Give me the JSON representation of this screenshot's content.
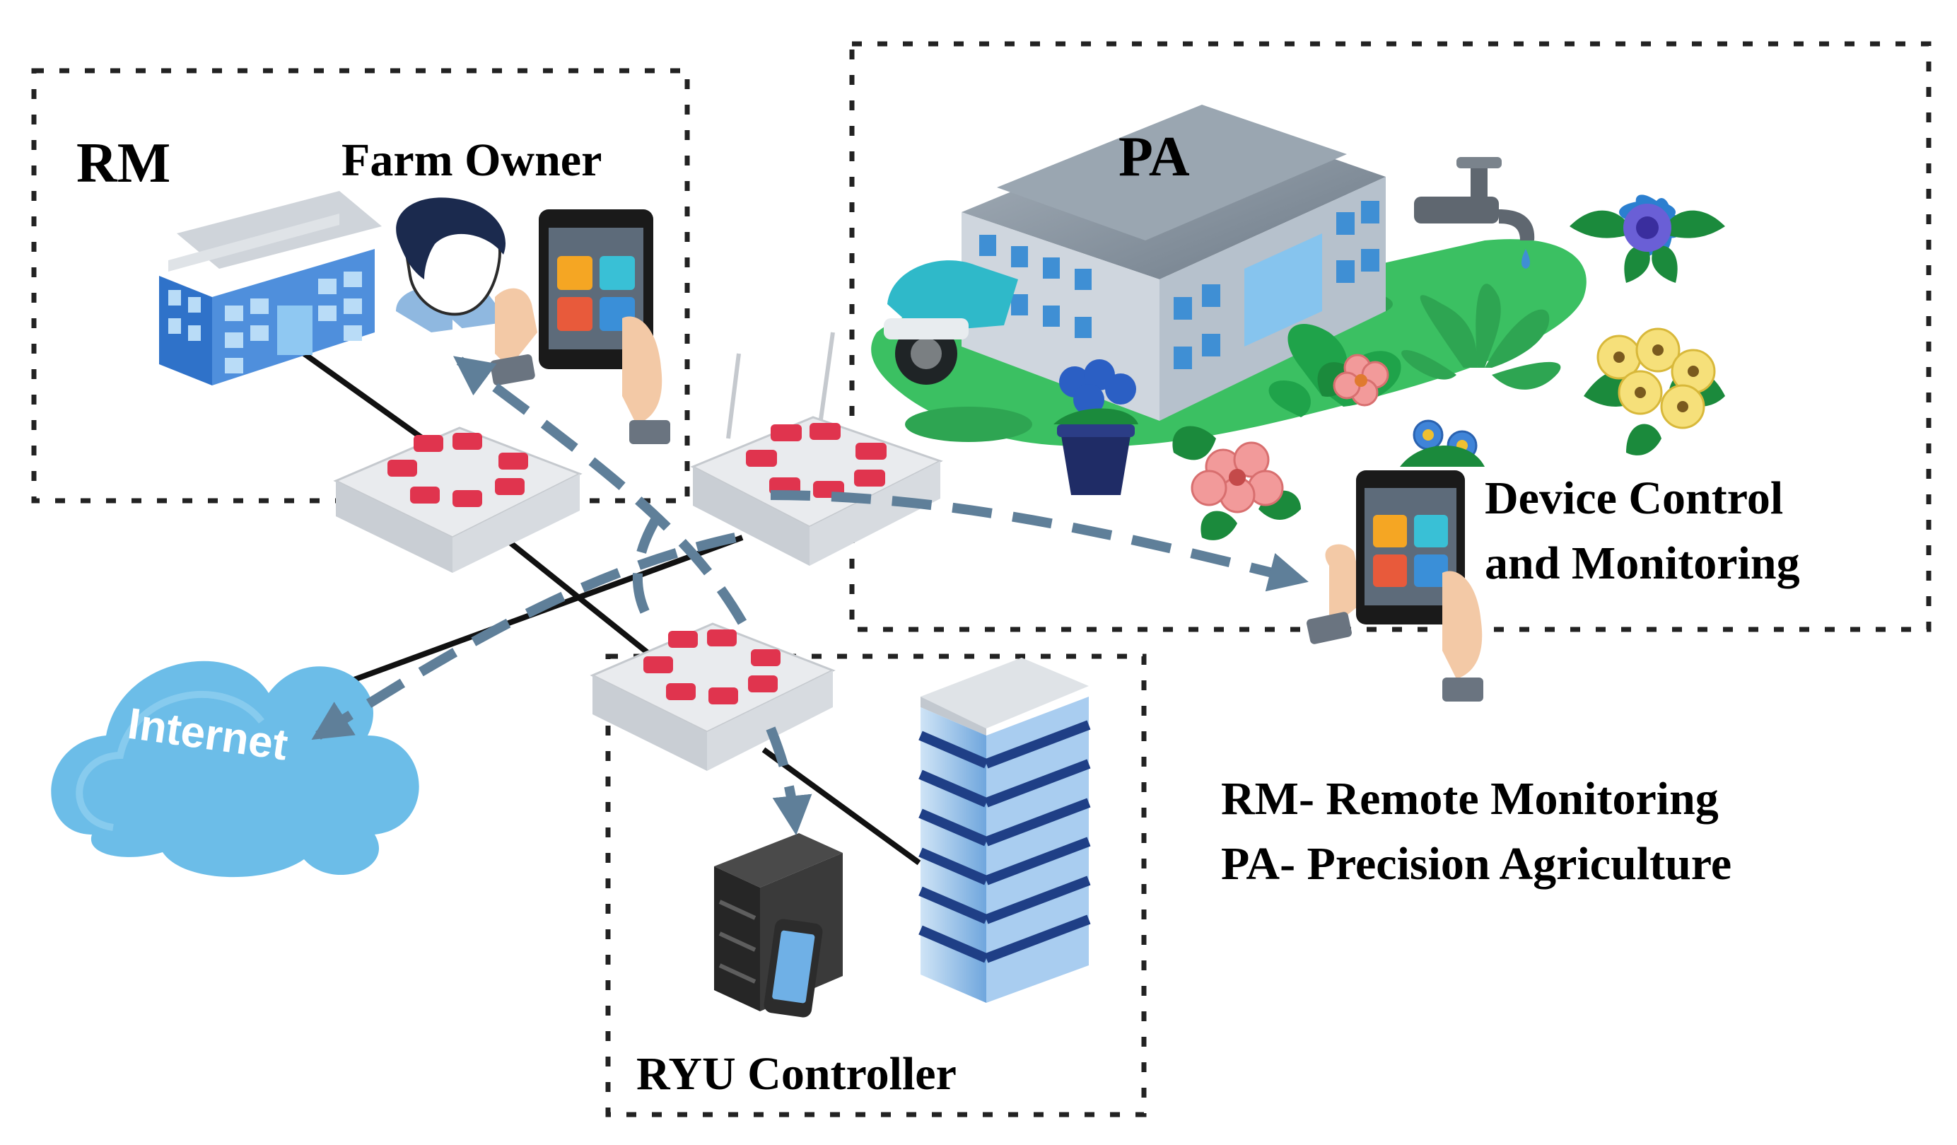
{
  "labels": {
    "rm": "RM",
    "farm_owner": "Farm Owner",
    "pa": "PA",
    "device_control_line1": "Device Control",
    "device_control_line2": "and Monitoring",
    "internet": "Internet",
    "ryu_controller": "RYU Controller"
  },
  "legend": {
    "rm": "RM- Remote Monitoring",
    "pa": "PA- Precision Agriculture"
  },
  "colors": {
    "zone_border": "#222222",
    "link_line": "#111111",
    "flow_arrow": "#5f7f99",
    "cloud": "#6cbde8",
    "router_body": "#e9ebee",
    "router_logo": "#e0344e",
    "building_blue": "#2f72c9",
    "pa_roof": "#8f9aa6",
    "pa_window": "#3f8fd4",
    "grass": "#3bc062",
    "tablet": "#1a1a1a"
  },
  "icons": [
    "office-building-icon",
    "farm-owner-person-icon",
    "tablet-icon",
    "router-icon",
    "cloud-icon",
    "server-icon",
    "smartphone-icon",
    "skyscraper-icon",
    "greenhouse-building-icon",
    "security-camera-icon",
    "water-tap-icon",
    "flower-icon",
    "plant-icon"
  ]
}
